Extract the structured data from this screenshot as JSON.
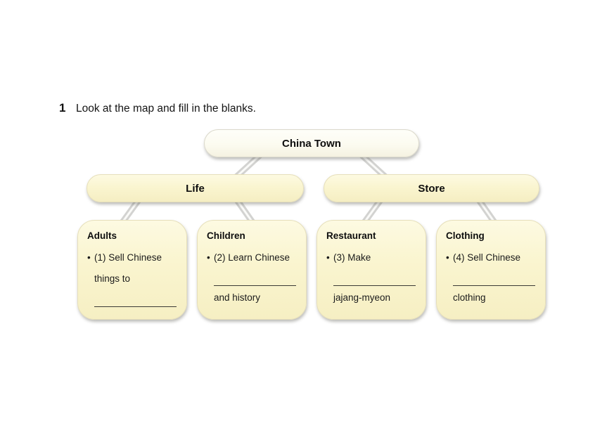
{
  "exercise": {
    "number": "1",
    "instruction": "Look at the map and fill in the blanks."
  },
  "map": {
    "bullet_char": "•",
    "root_label": "China Town",
    "branches": [
      {
        "label": "Life"
      },
      {
        "label": "Store"
      }
    ],
    "leaves": [
      {
        "title": "Adults",
        "item": "(1) Sell Chinese",
        "continuation": "things to",
        "after_blank": ""
      },
      {
        "title": "Children",
        "item": "(2) Learn Chinese",
        "continuation": "",
        "after_blank": "and history"
      },
      {
        "title": "Restaurant",
        "item": "(3) Make",
        "continuation": "",
        "after_blank": "jajang-myeon"
      },
      {
        "title": "Clothing",
        "item": "(4) Sell Chinese",
        "continuation": "",
        "after_blank": "clothing"
      }
    ],
    "colors": {
      "node_fill": "#FAF5D0",
      "root_fill": "#FCFBF1",
      "connector": "#D3D3D1",
      "blank_line": "#3B3A35",
      "text": "#111111"
    }
  }
}
